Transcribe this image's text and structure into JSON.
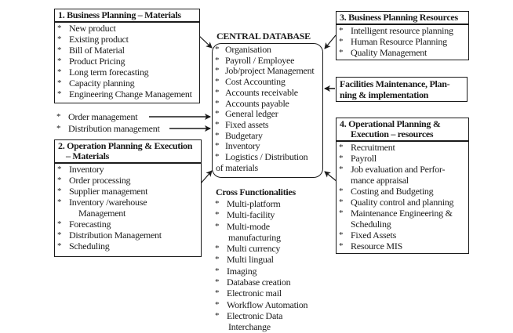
{
  "central": {
    "title": "CENTRAL DATABASE",
    "items": [
      "Organisation",
      "Payroll / Employee",
      "Job/project Management",
      "Cost Accounting",
      "Accounts receivable",
      "Accounts payable",
      "General ledger",
      "Fixed assets",
      "Budgetary",
      "Inventory",
      "Logistics / Distribution"
    ],
    "item_continuation": "of materials"
  },
  "box1": {
    "title": "1. Business Planning – Materials",
    "items": [
      "New product",
      "Existing product",
      "Bill of Material",
      "Product Pricing",
      "Long term forecasting",
      "Capacity planning",
      "Engineering Change Management"
    ]
  },
  "loose": {
    "items": [
      "Order management",
      "Distribution management"
    ]
  },
  "box2": {
    "title_line1": "2. Operation Planning & Execution",
    "title_line2": "– Materials",
    "items": [
      "Inventory",
      "Order processing",
      "Supplier management",
      "Inventory /warehouse",
      "Forecasting",
      "Distribution Management",
      "Scheduling"
    ],
    "item3_continuation": "Management"
  },
  "box3": {
    "title": "3. Business Planning Resources",
    "items": [
      "Intelligent resource planning",
      "Human Resource Planning",
      "Quality Management"
    ]
  },
  "facilities": {
    "line1": "Facilities Maintenance, Plan-",
    "line2": "ning & implementation"
  },
  "box4": {
    "title_line1": "4. Operational Planning &",
    "title_line2": "Execution – resources",
    "items": [
      "Recruitment",
      "Payroll",
      "Job evaluation and Perfor-",
      "Costing and Budgeting",
      "Quality control and planning",
      "Maintenance Engineering &",
      "Fixed Assets",
      "Resource MIS"
    ],
    "item3_continuation": "mance appraisal",
    "item6_continuation": "Scheduling"
  },
  "cross": {
    "title": "Cross Functionalities",
    "items": [
      "Multi-platform",
      "Multi-facility",
      "Multi-mode",
      "Multi currency",
      "Multi lingual",
      "Imaging",
      "Database creation",
      "Electronic mail",
      "Workflow Automation",
      "Electronic Data"
    ],
    "item3_continuation": "manufacturing",
    "item10_continuation": "Interchange"
  },
  "bullet": "*"
}
